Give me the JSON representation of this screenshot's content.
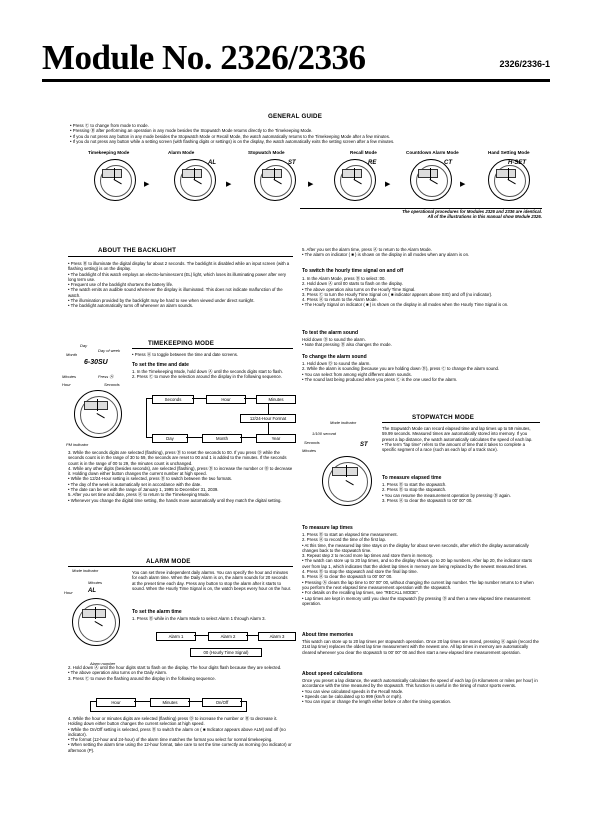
{
  "header": {
    "title": "Module No. 2326/2336",
    "code": "2326/2336-1"
  },
  "general_guide": {
    "heading": "GENERAL GUIDE",
    "bullets": [
      "Press Ⓒ to change from mode to mode.",
      "Pressing Ⓑ after performing an operation in any mode besides the Stopwatch Mode returns directly to the Timekeeping Mode.",
      "If you do not press any button in any mode besides the Stopwatch Mode or Recall Mode, the watch automatically returns to the Timekeeping Mode after a few minutes.",
      "If you do not press any button while a setting screen (with flashing digits or settings) is on the display, the watch automatically exits the setting screen after a few minutes."
    ],
    "modes": [
      "Timekeeping Mode",
      "Alarm Mode",
      "Stopwatch Mode",
      "Recall Mode",
      "Countdown Alarm Mode",
      "Hand Setting Mode"
    ],
    "mode_tags": [
      "",
      "AL",
      "ST",
      "RE",
      "CT",
      "H-SET"
    ],
    "note": [
      "The operational procedures for Modules 2326 and 2336 are identical.",
      "All of the illustrations in this manual show Module 2326."
    ]
  },
  "backlight": {
    "heading": "ABOUT THE BACKLIGHT",
    "bullets": [
      "Press Ⓑ to illuminate the digital display for about 2 seconds. The backlight is disabled while an input screen (with a flashing setting) is on the display.",
      "The backlight of this watch employs an electro-luminescent (EL) light, which loses its illuminating power after very long term use.",
      "Frequent use of the backlight shortens the battery life.",
      "The watch emits an audible sound whenever the display is illuminated. This does not indicate malfunction of the watch.",
      "The illumination provided by the backlight may be hard to see when viewed under direct sunlight.",
      "The backlight automatically turns off whenever an alarm sounds."
    ]
  },
  "timekeeping": {
    "heading": "TIMEKEEPING MODE",
    "intro": "Press Ⓐ to toggle between the time and date screens.",
    "labels": {
      "month": "Month",
      "day": "Day",
      "day_of_week": "Day of week",
      "minutes": "Minutes",
      "hour": "Hour",
      "seconds": "Seconds",
      "press": "Press Ⓐ",
      "pm": "PM indicator"
    },
    "set_heading": "To set the time and date",
    "steps": [
      "1. In the Timekeeping Mode, hold down Ⓐ until the seconds digits start to flash.",
      "2. Press Ⓒ to move the selection around the display in the following sequence."
    ],
    "sequence_top": [
      "Seconds",
      "Hour",
      "Minutes"
    ],
    "sequence_mid": "12/24-Hour Format",
    "sequence_bottom": [
      "Day",
      "Month",
      "Year"
    ],
    "after": [
      "3. While the seconds digits are selected (flashing), press Ⓓ to reset the seconds to 00. If you press Ⓓ while the seconds count is in the range of 30 to 59, the seconds are reset to 00 and 1 is added to the minutes. If the seconds count is in the range of 00 to 29, the minutes count is unchanged.",
      "4. While any other digits (besides seconds), are selected (flashing), press Ⓓ to increase the number or Ⓑ to decrease it. Holding down either button changes the current number at high speed.",
      "While the 12/24-Hour setting is selected, press Ⓓ to switch between the two formats.",
      "The day of the week is automatically set in accordance with the date.",
      "The date can be set with the range of January 1, 1995 to December 31, 2039.",
      "5. After you set time and date, press Ⓐ to return to the Timekeeping Mode.",
      "Whenever you change the digital time setting, the hands move automatically until they match the digital setting."
    ]
  },
  "alarm": {
    "heading": "ALARM MODE",
    "labels": {
      "mode_indicator": "Mode indicator",
      "minutes": "Minutes",
      "hour": "Hour",
      "alarm_number": "Alarm number"
    },
    "intro": "You can set three independent daily alarms. You can specify the hour and minutes for each alarm time. When the Daily Alarm is on, the alarm sounds for 20 seconds at the preset time each day. Press any button to stop the alarm after it starts to sound. When the Hourly Time Signal is on, the watch beeps every hour on the hour.",
    "set_heading": "To set the alarm time",
    "step1": "1. Press Ⓓ while in the Alarm Mode to select Alarm 1 through Alarm 3.",
    "cycle": [
      "Alarm 1",
      "Alarm 2",
      "Alarm 3"
    ],
    "cycle_bottom": "00 (Hourly Time Signal)",
    "steps2": [
      "2. Hold down Ⓐ until the hour digits start to flash on the display. The hour digits flash because they are selected.",
      "The above operation also turns on the Daily Alarm.",
      "3. Press Ⓒ to move the flashing around the display in the following sequence."
    ],
    "sequence": [
      "Hour",
      "Minutes",
      "On/Off"
    ],
    "steps3": [
      "4. While the hour or minutes digits are selected (flashing) press Ⓓ to increase the number or Ⓑ to decrease it. Holding down either button changes the current selection at high speed.",
      "While the On/Off setting is selected, press Ⓓ to switch the alarm on ( ■ Indicator appears above ALM) and off (no indicator).",
      "The format (12-hour and 24-hour) of the alarm time matches the format you select for normal timekeeping.",
      "When setting the alarm time using the 12-hour format, take care to set the time correctly as morning (no indicator) or afternoon (P)."
    ],
    "step5": [
      "5. After you set the alarm time, press Ⓐ to return to the Alarm Mode.",
      "The alarm on indicator ( ■ ) is shown on the display in all modes when any alarm is on."
    ],
    "hourly_heading": "To switch the hourly time signal on and off",
    "hourly": [
      "1. In the Alarm Mode, press Ⓓ to select :00.",
      "2. Hold down Ⓐ until 00 starts to flash on the display.",
      "The above operation also turns on the Hourly Time Signal.",
      "3. Press Ⓒ to turn the Hourly Time Signal on ( ■ indicator appears above SIG) and off (no indicator).",
      "4. Press Ⓐ to return to the Alarm Mode.",
      "The Hourly Signal on indicator ( ■ ) is shown on the display in all modes when the Hourly Time Signal is on."
    ],
    "test_heading": "To test the alarm sound",
    "test": [
      "Hold down Ⓓ to sound the alarm.",
      "Note that pressing Ⓓ also changes the mode."
    ],
    "change_heading": "To change the alarm sound",
    "change": [
      "1. Hold down Ⓓ to sound the alarm.",
      "2. While the alarm is sounding (because you are holding down Ⓓ), press Ⓒ to change the alarm sound.",
      "You can select from among eight different alarm sounds.",
      "The sound last being produced when you press Ⓒ is the one used for the alarm."
    ]
  },
  "stopwatch": {
    "heading": "STOPWATCH MODE",
    "labels": {
      "mode_indicator": "Mode indicator",
      "hundredth": "1/100 second",
      "seconds": "Seconds",
      "minutes": "Minutes"
    },
    "intro": "The Stopwatch Mode can record elapsed time and lap times up to 59 minutes, 59.99 seconds. Measured times are automatically stored into memory. If you preset a lap distance, the watch automatically calculates the speed of each lap.",
    "lap_def": "The term \"lap time\" refers to the amount of time that it takes to complete a specific segment of a race (such as each lap of a track race).",
    "elapsed_heading": "To measure elapsed time",
    "elapsed": [
      "1. Press Ⓓ to start the stopwatch.",
      "2. Press Ⓓ to stop the stopwatch.",
      "You can resume the measurement operation by pressing Ⓓ again.",
      "3. Press Ⓐ to clear the stopwatch to 00' 00\" 00."
    ],
    "lap_heading": "To measure lap times",
    "lap": [
      "1. Press Ⓓ to start an elapsed time measurement.",
      "2. Press Ⓐ to record the time of the first lap.",
      "At this time, the measured lap time stays on the display for about seven seconds, after which the display automatically changes back to the stopwatch time.",
      "3. Repeat step 2 to record more lap times and store them in memory.",
      "The watch can store up to 20 lap times, and so the display shows up to 20 lap numbers. After lap 20, the indicator starts over from lap 1, which indicates that the oldest lap times in memory are being replaced by the newest measured times.",
      "4. Press Ⓓ to stop the stopwatch and store the final lap time.",
      "5. Press Ⓐ to clear the stopwatch to 00' 00\" 00.",
      "Pressing Ⓐ clears the lap time to 00' 00\" 00, without changing the current lap number. The lap number returns to 0 when you perform the next elapsed time measurement operation with the stopwatch.",
      "For details on the recalling lap times, see \"RECALL MODE\".",
      "Lap times are kept in memory until you clear the stopwatch (by pressing Ⓓ and then a new elapsed time measurement operation."
    ],
    "memory_heading": "About time memories",
    "memory": "This watch can store up to 20 lap times per stopwatch operation. Once 20 lap times are stored, pressing Ⓐ again (record the 21st lap time) replaces the oldest lap time measurement with the newest one. All lap times in memory are automatically cleared whenever you clear the stopwatch to 00' 00\" 00 and then start a new elapsed time measurement operation.",
    "speed_heading": "About speed calculations",
    "speed": [
      "Once you preset a lap distance, the watch automatically calculates the speed of each lap (in Kilometers or miles per hour) in accordance with the time measured by the stopwatch. This function is useful in the timing of motor sports events.",
      "You can view calculated speeds in the Recall Mode.",
      "Speeds can be calculated up to 999 (km/h or mph).",
      "You can input or change the length either before or after the timing operation."
    ]
  }
}
